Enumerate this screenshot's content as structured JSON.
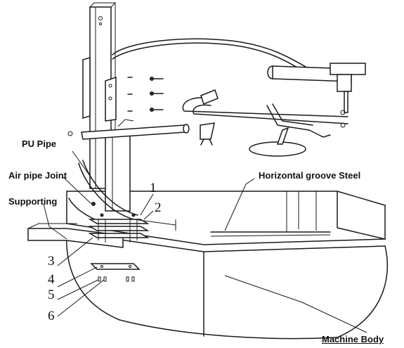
{
  "labels": {
    "pu_pipe": "PU Pipe",
    "air_pipe_joint": "Air pipe Joint",
    "supporting": "Supporting",
    "horizontal_groove_steel": "Horizontal groove Steel",
    "machine_body": "Machine Body"
  },
  "numbers": {
    "n1": "1",
    "n2": "2",
    "n3": "3",
    "n4": "4",
    "n5": "5",
    "n6": "6"
  }
}
